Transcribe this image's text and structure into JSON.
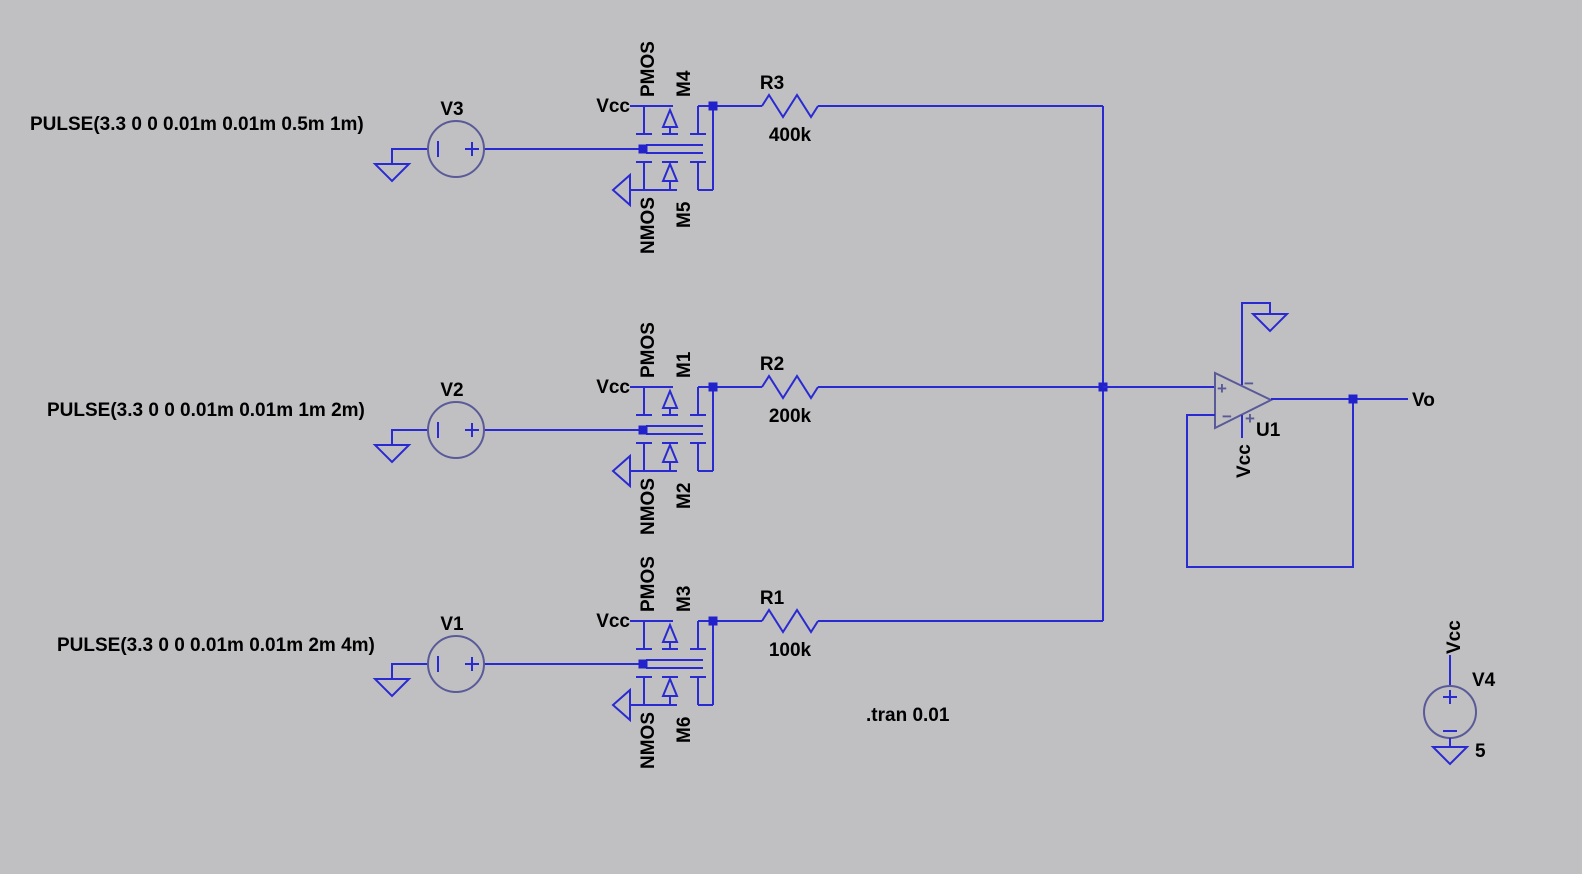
{
  "colors": {
    "background": "#C0C0C2",
    "wire": "#2A2AD2",
    "body": "#5A5A99",
    "text": "#000000",
    "junction": "#2222CC"
  },
  "directive": ".tran 0.01",
  "rows": [
    {
      "source": {
        "name": "V3",
        "pulse": "PULSE(3.3 0 0 0.01m 0.01m 0.5m 1m)"
      },
      "inverter": {
        "vcc": "Vcc",
        "pmos_type": "PMOS",
        "pmos_name": "M4",
        "nmos_type": "NMOS",
        "nmos_name": "M5"
      },
      "resistor": {
        "name": "R3",
        "value": "400k"
      }
    },
    {
      "source": {
        "name": "V2",
        "pulse": "PULSE(3.3 0 0 0.01m 0.01m 1m 2m)"
      },
      "inverter": {
        "vcc": "Vcc",
        "pmos_type": "PMOS",
        "pmos_name": "M1",
        "nmos_type": "NMOS",
        "nmos_name": "M2"
      },
      "resistor": {
        "name": "R2",
        "value": "200k"
      }
    },
    {
      "source": {
        "name": "V1",
        "pulse": "PULSE(3.3 0 0 0.01m 0.01m 2m 4m)"
      },
      "inverter": {
        "vcc": "Vcc",
        "pmos_type": "PMOS",
        "pmos_name": "M3",
        "nmos_type": "NMOS",
        "nmos_name": "M6"
      },
      "resistor": {
        "name": "R1",
        "value": "100k"
      }
    }
  ],
  "opamp": {
    "name": "U1",
    "vcc": "Vcc",
    "output_net": "Vo",
    "input_plus": "+",
    "input_minus": "−",
    "power_minus": "−",
    "power_plus": "+"
  },
  "v4": {
    "name": "V4",
    "value": "5",
    "net": "Vcc"
  }
}
